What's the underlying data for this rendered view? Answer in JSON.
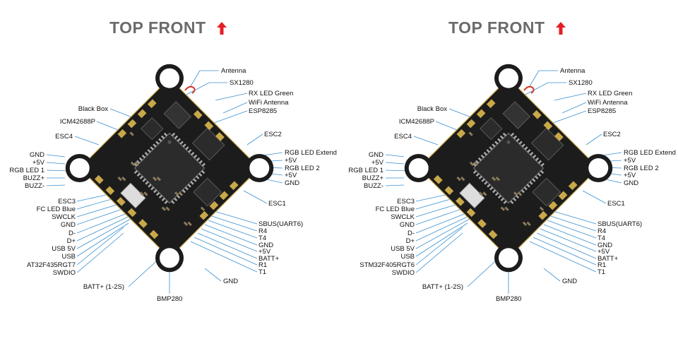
{
  "colors": {
    "title": "#6b6b6b",
    "arrow": "#e31e24",
    "leader": "#3a8fd0",
    "pcb": "#1c1c1c",
    "pad": "#c9a84a"
  },
  "panels": [
    {
      "title": "TOP FRONT",
      "arrow_icon": "arrow-up-icon",
      "labels": {
        "antenna": "Antenna",
        "sx1280": "SX1280",
        "rx_led": "RX LED Green",
        "wifi_antenna": "WiFi Antenna",
        "esp": "ESP8285",
        "esc2": "ESC2",
        "rgb_extend": "RGB LED Extend",
        "p5v_r1": "+5V",
        "rgb2": "RGB LED 2",
        "p5v_r2": "+5V",
        "gnd_r": "GND",
        "esc1": "ESC1",
        "sbus": "SBUS(UART6)",
        "r4": "R4",
        "t4": "T4",
        "gnd_b": "GND",
        "p5v_b": "+5V",
        "batt_p": "BATT+",
        "r1": "R1",
        "t1": "T1",
        "gnd_bottom": "GND",
        "bmp": "BMP280",
        "batt_range": "BATT+ (1-2S)",
        "swdio": "SWDIO",
        "mcu": "AT32F435RGT7",
        "usb": "USB",
        "usb5v": "USB 5V",
        "dp": "D+",
        "dm": "D-",
        "gnd_l2": "GND",
        "swclk": "SWCLK",
        "fc_led": "FC LED Blue",
        "esc3": "ESC3",
        "buzz_m": "BUZZ-",
        "buzz_p": "BUZZ+",
        "rgb1": "RGB LED 1",
        "p5v_l": "+5V",
        "gnd_l": "GND",
        "esc4": "ESC4",
        "icm": "ICM42688P",
        "blackbox": "Black Box"
      }
    },
    {
      "title": "TOP FRONT",
      "arrow_icon": "arrow-up-icon",
      "labels": {
        "antenna": "Antenna",
        "sx1280": "SX1280",
        "rx_led": "RX LED Green",
        "wifi_antenna": "WiFi Antenna",
        "esp": "ESP8285",
        "esc2": "ESC2",
        "rgb_extend": "RGB LED Extend",
        "p5v_r1": "+5V",
        "rgb2": "RGB LED 2",
        "p5v_r2": "+5V",
        "gnd_r": "GND",
        "esc1": "ESC1",
        "sbus": "SBUS(UART6)",
        "r4": "R4",
        "t4": "T4",
        "gnd_b": "GND",
        "p5v_b": "+5V",
        "batt_p": "BATT+",
        "r1": "R1",
        "t1": "T1",
        "gnd_bottom": "GND",
        "bmp": "BMP280",
        "batt_range": "BATT+ (1-2S)",
        "swdio": "SWDIO",
        "mcu": "STM32F405RGT6",
        "usb": "USB",
        "usb5v": "USB 5V",
        "dp": "D+",
        "dm": "D-",
        "gnd_l2": "GND",
        "swclk": "SWCLK",
        "fc_led": "FC LED Blue",
        "esc3": "ESC3",
        "buzz_m": "BUZZ-",
        "buzz_p": "BUZZ+",
        "rgb1": "RGB LED 1",
        "p5v_l": "+5V",
        "gnd_l": "GND",
        "esc4": "ESC4",
        "icm": "ICM42688P",
        "blackbox": "Black Box"
      }
    }
  ]
}
